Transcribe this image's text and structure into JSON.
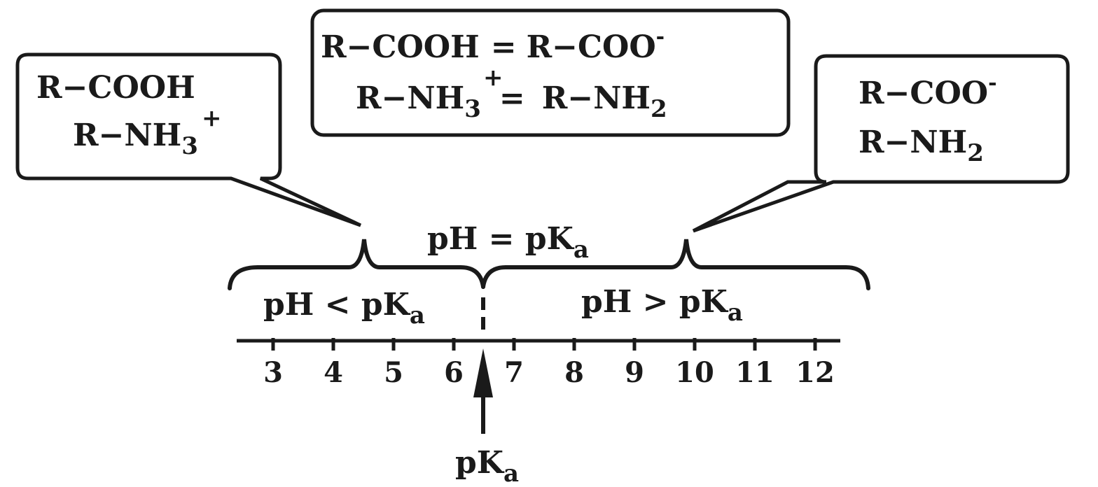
{
  "left_box": {
    "line1": "R−COOH",
    "line2_base": "R−NH",
    "line2_sub": "3",
    "line2_sup": "+"
  },
  "center_box": {
    "line1_left": "R−COOH",
    "line1_eq": "=",
    "line1_right": "R−COO",
    "line1_right_sup": "-",
    "line2_left_base": "R−NH",
    "line2_left_sub": "3",
    "line2_left_sup": "+",
    "line2_eq": "=",
    "line2_right_base": "R−NH",
    "line2_right_sub": "2"
  },
  "right_box": {
    "line1": "R−COO",
    "line1_sup": "-",
    "line2_base": "R−NH",
    "line2_sub": "2"
  },
  "label_equal": {
    "base": "pH = pK",
    "sub": "a"
  },
  "label_less": {
    "base": "pH < pK",
    "sub": "a"
  },
  "label_greater": {
    "base": "pH > pK",
    "sub": "a"
  },
  "label_pka": {
    "base": "pK",
    "sub": "a"
  },
  "axis_ticks": [
    "3",
    "4",
    "5",
    "6",
    "7",
    "8",
    "9",
    "10",
    "11",
    "12"
  ],
  "colors": {
    "ink": "#1a1a1a",
    "background": "#ffffff"
  }
}
